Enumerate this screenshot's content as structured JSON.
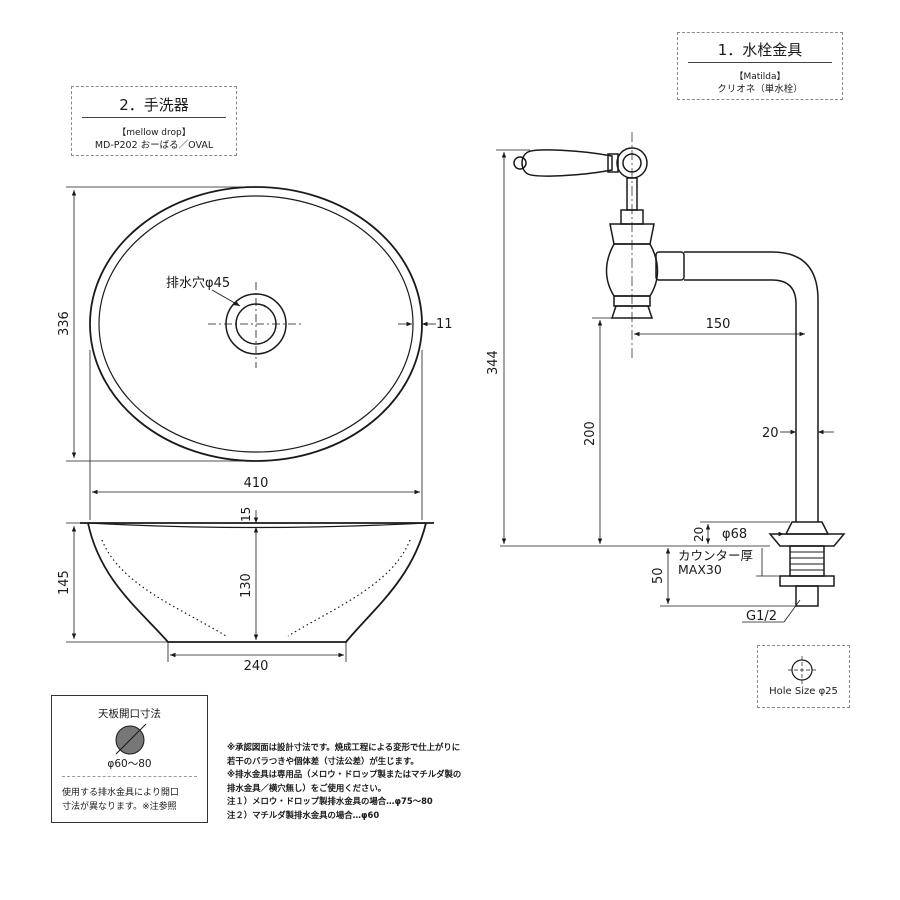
{
  "basin": {
    "title": "2．手洗器",
    "model": "【mellow drop】",
    "code": "MD-P202 おーばる／OVAL",
    "drain_label": "排水穴φ45",
    "dims": {
      "width": "410",
      "depth": "336",
      "rim": "11",
      "height": "145",
      "inner_depth": "130",
      "rim_thickness": "15",
      "bottom": "240"
    }
  },
  "faucet": {
    "title": "1．水栓金具",
    "model": "【Matilda】",
    "desc": "クリオネ（単水栓）",
    "dims": {
      "height": "344",
      "reach": "150",
      "spout_height": "200",
      "pipe": "20",
      "base_h": "20",
      "base_d": "φ68",
      "counter_label_1": "カウンター厚",
      "counter_label_2": "MAX30",
      "thread": "G1/2",
      "below": "50"
    },
    "hole_size": "Hole Size  φ25"
  },
  "cutout": {
    "title": "天板開口寸法",
    "size": "φ60～80",
    "note_1": "使用する排水金具により開口",
    "note_2": "寸法が異なります。※注参照"
  },
  "notes": [
    "※承認図面は設計寸法です。焼成工程による変形で仕上がりに",
    "若干のバラつきや個体差（寸法公差）が生じます。",
    "※排水金具は専用品（メロウ・ドロップ製またはマチルダ製の",
    "排水金具／横穴無し）をご使用ください。",
    "注１）メロウ・ドロップ製排水金具の場合…φ75～80",
    "注２）マチルダ製排水金具の場合…φ60"
  ]
}
